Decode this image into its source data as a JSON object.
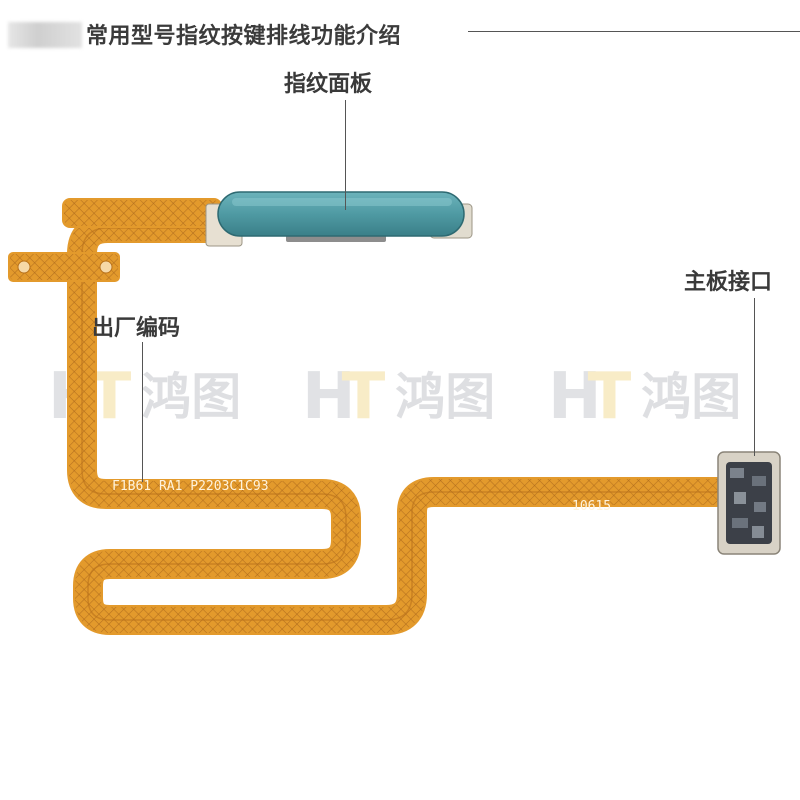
{
  "header": {
    "title": "常用型号指纹按键排线功能介绍"
  },
  "labels": {
    "fingerprint_panel": "指纹面板",
    "factory_code": "出厂编码",
    "mainboard_connector": "主板接口"
  },
  "cable_prints": {
    "factory_code_text": "F1B61 RA1 P2203C1C93",
    "connector_number": "10615"
  },
  "watermark": {
    "letters_h": "H",
    "letters_t": "T",
    "chinese": "鸿图"
  },
  "colors": {
    "flex_cable": "#e39a2c",
    "flex_cable_dark": "#b9721a",
    "fingerprint_panel": "#4f9aa3",
    "header_text": "#3b3b3b"
  }
}
